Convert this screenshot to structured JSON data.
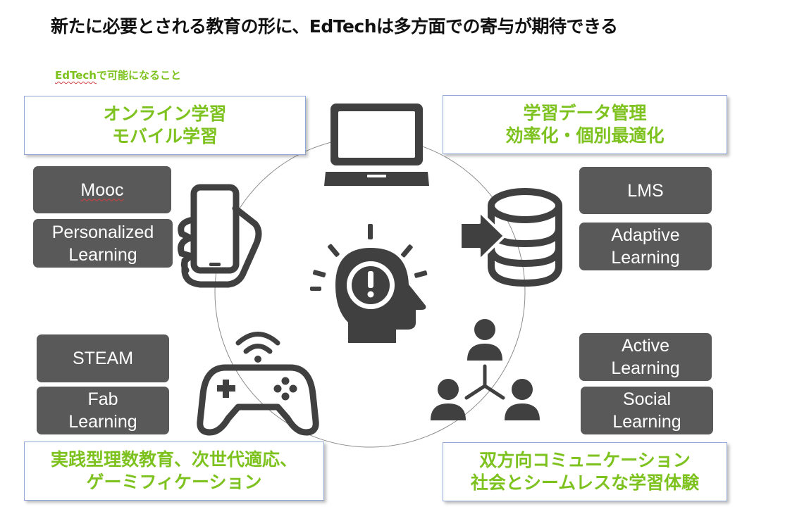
{
  "header": {
    "title": "新たに必要とされる教育の形に、EdTechは多方面での寄与が期待できる",
    "subtitle_brand": "EdTech",
    "subtitle_rest": "で可能になること"
  },
  "categories": {
    "online": {
      "line1": "オンライン学習",
      "line2": "モバイル学習"
    },
    "data": {
      "line1": "学習データ管理",
      "line2": "効率化・個別最適化"
    },
    "steam": {
      "line1": "実践型理数教育、次世代適応、",
      "line2": "ゲーミフィケーション"
    },
    "social": {
      "line1": "双方向コミュニケーション",
      "line2": "社会とシームレスな学習体験"
    }
  },
  "pills": {
    "mooc": "Mooc",
    "personalized": {
      "line1": "Personalized",
      "line2": "Learning"
    },
    "lms": "LMS",
    "adaptive": {
      "line1": "Adaptive",
      "line2": "Learning"
    },
    "steam": "STEAM",
    "fab": {
      "line1": "Fab",
      "line2": "Learning"
    },
    "active": {
      "line1": "Active",
      "line2": "Learning"
    },
    "social": {
      "line1": "Social",
      "line2": "Learning"
    }
  },
  "icons": {
    "center": "lightbulb-head-icon",
    "top": "laptop-icon",
    "left": "smartphone-hand-icon",
    "right": "database-arrow-icon",
    "bottom_left": "gamepad-wifi-icon",
    "bottom_right": "people-network-icon"
  },
  "colors": {
    "accent_green": "#7dc21e",
    "pill_gray": "#595959",
    "box_border": "#8fa6d6",
    "icon": "#404040"
  }
}
